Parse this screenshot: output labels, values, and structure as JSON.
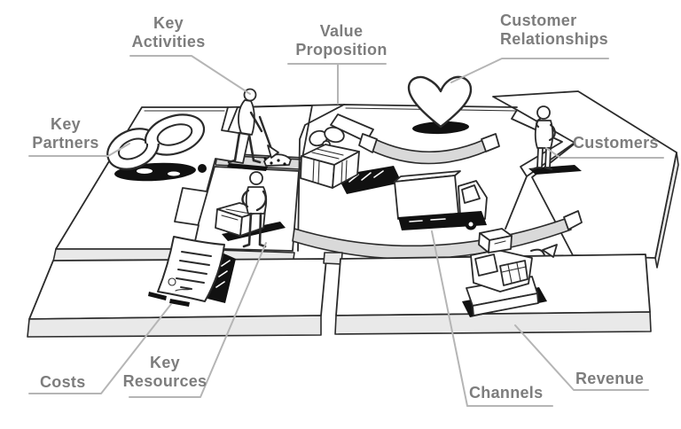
{
  "canvas": {
    "labels": {
      "key_partners": {
        "lines": [
          "Key",
          "Partners"
        ]
      },
      "key_activities": {
        "lines": [
          "Key",
          "Activities"
        ]
      },
      "value_proposition": {
        "lines": [
          "Value",
          "Proposition"
        ]
      },
      "customer_relationships": {
        "lines": [
          "Customer",
          "Relationships"
        ]
      },
      "customers": {
        "lines": [
          "Customers"
        ]
      },
      "key_resources": {
        "lines": [
          "Key",
          "Resources"
        ]
      },
      "costs": {
        "lines": [
          "Costs"
        ]
      },
      "channels": {
        "lines": [
          "Channels"
        ]
      },
      "revenue": {
        "lines": [
          "Revenue"
        ]
      }
    },
    "icons": {
      "key_partners": "interlocked-rings-icon",
      "key_activities": "digging-person-icon",
      "key_resources": "worker-with-toolbox-icon",
      "value_proposition": "gift-box-icon",
      "customer_relationships": "heart-icon",
      "customers": "standing-person-icon",
      "channels": "delivery-truck-icon",
      "revenue": "cash-register-icon",
      "costs": "bill-document-icon"
    },
    "colors": {
      "background": "#ffffff",
      "ink": "#2b2b2b",
      "label_text": "#7d7d7d",
      "leader_line": "#b5b5b5",
      "platform_side": "#e9e9e9",
      "flow_band": "#d9d9d9",
      "shadow": "#111111"
    }
  }
}
